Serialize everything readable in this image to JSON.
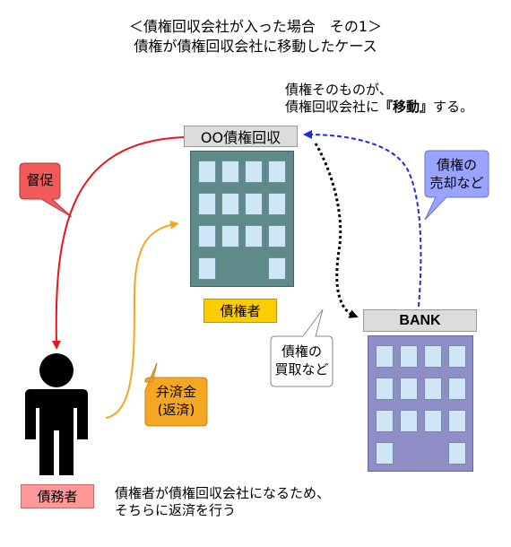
{
  "title": {
    "line1": "＜債権回収会社が入った場合　その1＞",
    "line2": "債権が債権回収会社に移動したケース"
  },
  "top_note": {
    "line1": "債権そのものが、",
    "line2_pre": "債権回収会社に",
    "line2_bold": "『移動』",
    "line2_post": "する。"
  },
  "collection_company": {
    "label": "OO債権回収"
  },
  "bank": {
    "label": "BANK"
  },
  "debtor_holder_label": "債権者",
  "debtor_label": "債務者",
  "callouts": {
    "dunning": "督促",
    "repayment": {
      "line1": "弁済金",
      "line2": "(返済)"
    },
    "purchase": {
      "line1": "債権の",
      "line2": "買取など"
    },
    "sale": {
      "line1": "債権の",
      "line2": "売却など"
    }
  },
  "bottom_note": {
    "line1": "債権者が債権回収会社になるため、",
    "line2": "そちらに返済を行う"
  },
  "colors": {
    "dunning_arrow": "#e8151b",
    "repayment_arrow": "#f5a623",
    "purchase_arrow": "#000000",
    "sale_arrow": "#1f2be0",
    "company_building": "#5e8b89",
    "bank_building": "#8f8ec6",
    "label_yellow": "#ffcc00",
    "label_pink": "#ff9999",
    "callout_red": "#f05a5a",
    "callout_orange": "#f5a623",
    "callout_blue": "#9aa4ff",
    "sign_gray": "#dcdcdc"
  }
}
